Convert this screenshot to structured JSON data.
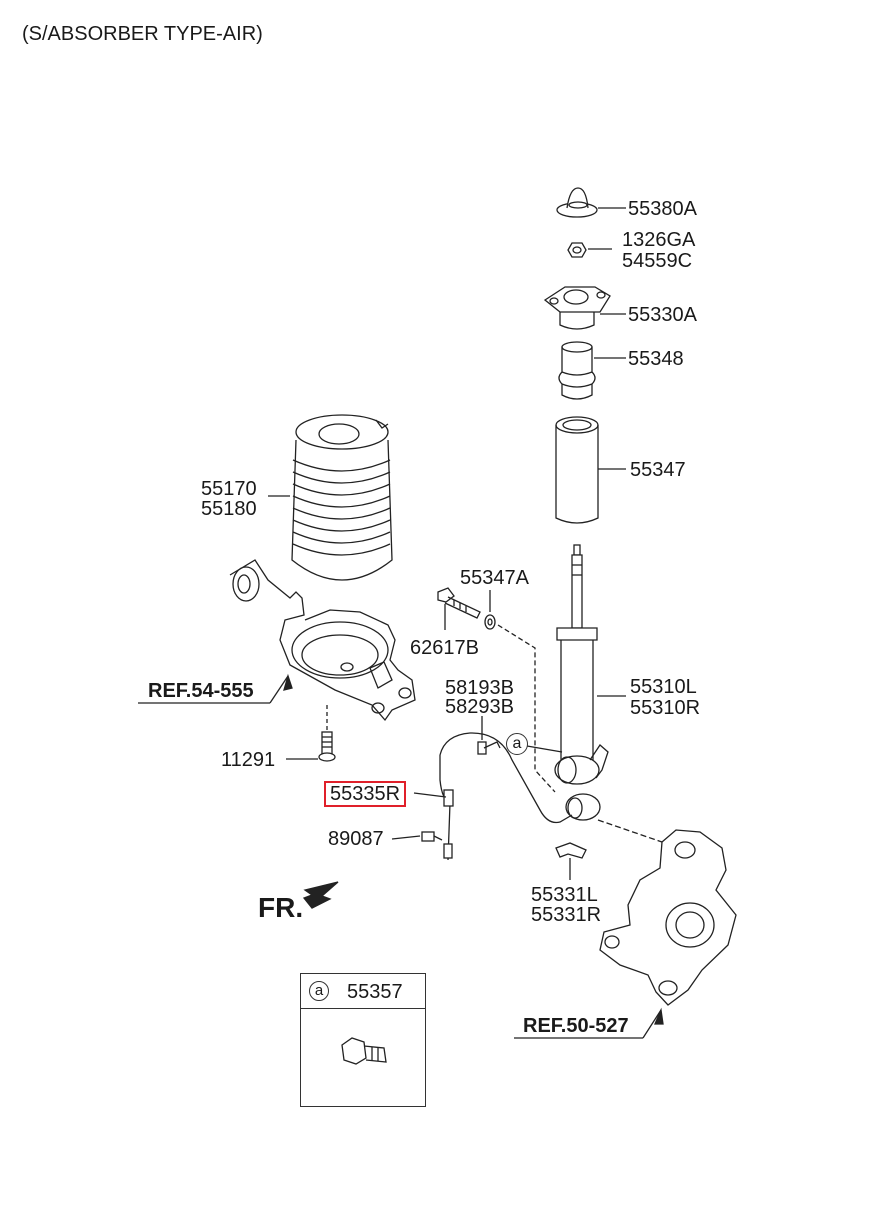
{
  "title": "(S/ABSORBER TYPE-AIR)",
  "front_indicator": "FR.",
  "parts": {
    "p55380A": "55380A",
    "p1326GA": "1326GA",
    "p54559C": "54559C",
    "p55330A": "55330A",
    "p55348": "55348",
    "p55347": "55347",
    "p55170": "55170",
    "p55180": "55180",
    "p55347A": "55347A",
    "p62617B": "62617B",
    "p55310L": "55310L",
    "p55310R": "55310R",
    "p58193B": "58193B",
    "p58293B": "58293B",
    "p11291": "11291",
    "p55335R": "55335R",
    "p89087": "89087",
    "p55331L": "55331L",
    "p55331R": "55331R"
  },
  "references": {
    "ref_54_555": "REF.54-555",
    "ref_50_527": "REF.50-527"
  },
  "callout_letter": "a",
  "inset": {
    "letter": "a",
    "part": "55357"
  },
  "highlight_color": "#e0202a"
}
